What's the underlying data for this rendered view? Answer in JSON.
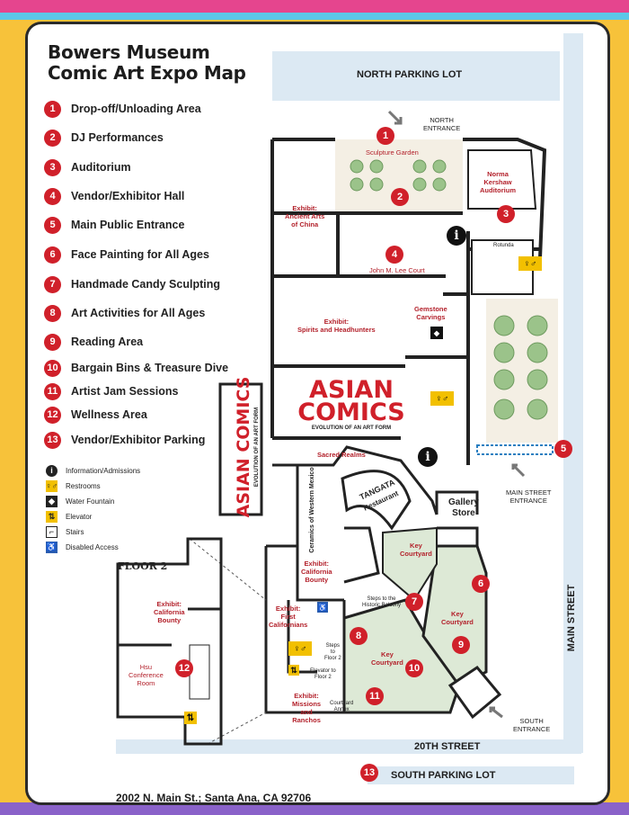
{
  "title_line1": "Bowers Museum",
  "title_line2": "Comic Art Expo Map",
  "legend": [
    {
      "n": "1",
      "label": "Drop-off/Unloading Area"
    },
    {
      "n": "2",
      "label": "DJ Performances"
    },
    {
      "n": "3",
      "label": "Auditorium"
    },
    {
      "n": "4",
      "label": "Vendor/Exhibitor Hall"
    },
    {
      "n": "5",
      "label": "Main Public Entrance"
    },
    {
      "n": "6",
      "label": "Face Painting for All Ages"
    },
    {
      "n": "7",
      "label": "Handmade Candy Sculpting"
    },
    {
      "n": "8",
      "label": "Art Activities for All Ages"
    },
    {
      "n": "9",
      "label": "Reading Area"
    },
    {
      "n": "10",
      "label": "Bargain Bins & Treasure Dive"
    },
    {
      "n": "11",
      "label": "Artist Jam Sessions"
    },
    {
      "n": "12",
      "label": "Wellness Area"
    },
    {
      "n": "13",
      "label": "Vendor/Exhibitor Parking"
    }
  ],
  "symbols": [
    {
      "icon": "information-icon",
      "label": "Information/Admissions"
    },
    {
      "icon": "restrooms-icon",
      "label": "Restrooms"
    },
    {
      "icon": "water-fountain-icon",
      "label": "Water Fountain"
    },
    {
      "icon": "elevator-icon",
      "label": "Elevator"
    },
    {
      "icon": "stairs-icon",
      "label": "Stairs"
    },
    {
      "icon": "disabled-access-icon",
      "label": "Disabled Access"
    }
  ],
  "places": {
    "north_parking": "NORTH PARKING LOT",
    "north_entrance_1": "NORTH",
    "north_entrance_2": "ENTRANCE",
    "sculpture_garden": "Sculpture Garden",
    "auditorium_1": "Norma",
    "auditorium_2": "Kershaw",
    "auditorium_3": "Auditorium",
    "rotunda": "Rotunda",
    "ancient_1": "Exhibit:",
    "ancient_2": "Ancient Arts",
    "ancient_3": "of China",
    "lee_court": "John M. Lee Court",
    "gemstone_1": "Gemstone",
    "gemstone_2": "Carvings",
    "spirits_1": "Exhibit:",
    "spirits_2": "Spirits and Headhunters",
    "asian_big_1": "ASIAN",
    "asian_big_2": "COMICS",
    "asian_sub": "EVOLUTION OF AN ART FORM",
    "asian_side_1": "ASIAN COMICS",
    "asian_side_2": "EVOLUTION OF AN ART FORM",
    "sacred": "Sacred Realms",
    "ceramics": "Ceramics of Western Mexico",
    "tangata_1": "TANGATA",
    "tangata_2": "Restaurant",
    "gallery_1": "Gallery",
    "gallery_2": "Store",
    "main_entrance_1": "MAIN STREET",
    "main_entrance_2": "ENTRANCE",
    "key_courtyard_a_1": "Key",
    "key_courtyard_a_2": "Courtyard",
    "key_courtyard_b_1": "Key",
    "key_courtyard_b_2": "Courtyard",
    "key_courtyard_c_1": "Key",
    "key_courtyard_c_2": "Courtyard",
    "ca_bounty_1": "Exhibit:",
    "ca_bounty_2": "California",
    "ca_bounty_3": "Bounty",
    "steps_1": "Steps to the",
    "steps_2": "Historic Balcony",
    "first_ca_1": "Exhibit:",
    "first_ca_2": "First",
    "first_ca_3": "Californians",
    "steps_floor2_1": "Steps",
    "steps_floor2_2": "to",
    "steps_floor2_3": "Floor 2",
    "elevator_floor2_1": "Elevator to",
    "elevator_floor2_2": "Floor 2",
    "missions_1": "Exhibit:",
    "missions_2": "Missions",
    "missions_3": "and",
    "missions_4": "Ranchos",
    "annex_1": "Courtyard",
    "annex_2": "Annex",
    "south_entrance_1": "SOUTH",
    "south_entrance_2": "ENTRANCE",
    "floor2": "FLOOR 2",
    "f2_bounty_1": "Exhibit:",
    "f2_bounty_2": "California",
    "f2_bounty_3": "Bounty",
    "hsu_1": "Hsu",
    "hsu_2": "Conference",
    "hsu_3": "Room",
    "main_street": "MAIN STREET",
    "twentieth": "20TH STREET",
    "south_parking": "SOUTH PARKING LOT"
  },
  "address": "2002 N. Main St.; Santa Ana, CA 92706",
  "colors": {
    "accent_red": "#d0202a",
    "courtyard_green": "#dde9d6",
    "parking_blue": "#dce9f3",
    "background_yellow": "#f7c23a"
  }
}
